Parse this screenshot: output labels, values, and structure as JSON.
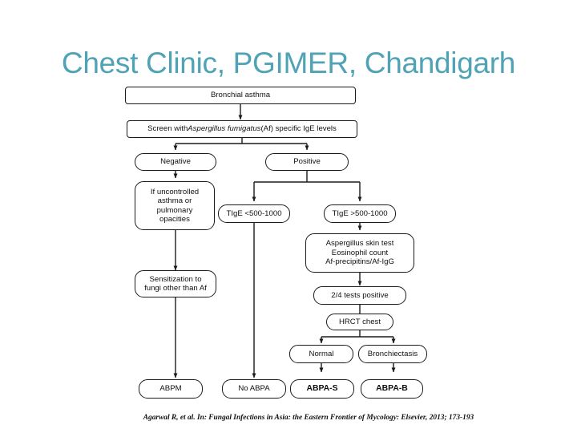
{
  "slide": {
    "title": "Chest Clinic, PGIMER, Chandigarh",
    "title_color": "#4FA3B5",
    "background_color": "#FFFFFF",
    "citation": "Agarwal R, et al. In: Fungal Infections in Asia: the Eastern Frontier of Mycology: Elsevier, 2013; 173-193"
  },
  "flowchart": {
    "line_color": "#1B1B1B",
    "box_fill": "#FFFFFF",
    "nodes": {
      "bronchial_asthma": "Bronchial asthma",
      "screen_prefix": "Screen with ",
      "screen_italic": "Aspergillus fumigatus",
      "screen_suffix": " (Af) specific IgE levels",
      "negative": "Negative",
      "positive": "Positive",
      "uncontrolled": "If uncontrolled\nasthma or\npulmonary\nopacities",
      "tige_low": "TIgE <500-1000",
      "tige_high": "TIgE >500-1000",
      "tests_panel": "Aspergillus skin test\nEosinophil count\nAf-precipitins/Af-IgG",
      "sensitization": "Sensitization to\nfungi other than Af",
      "two_of_four": "2/4 tests positive",
      "hrct_chest": "HRCT chest",
      "normal": "Normal",
      "bronchiectasis": "Bronchiectasis",
      "abpm": "ABPM",
      "no_abpa": "No ABPA",
      "abpa_s": "ABPA-S",
      "abpa_b": "ABPA-B"
    }
  }
}
